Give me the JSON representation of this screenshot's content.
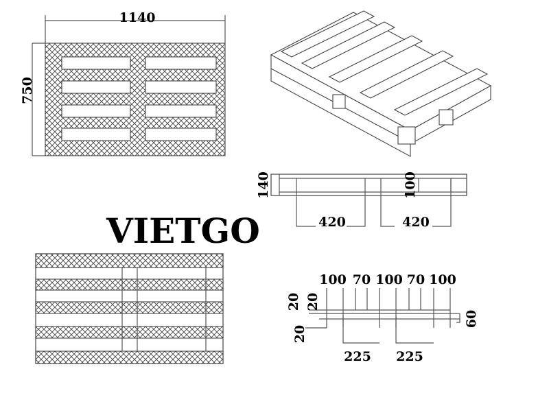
{
  "brand": {
    "logo_text": "VIETGO"
  },
  "top_view": {
    "width_label": "1140",
    "depth_label": "750"
  },
  "side_view": {
    "height_label": "140",
    "block_label": "100",
    "spacing_left": "420",
    "spacing_right": "420"
  },
  "end_view": {
    "top_labels": [
      "100",
      "70",
      "100",
      "70",
      "100"
    ],
    "left_labels": [
      "20",
      "20",
      "20"
    ],
    "right_label": "60",
    "bottom_labels": [
      "225",
      "225"
    ]
  },
  "colors": {
    "line": "#555555",
    "text": "#000000"
  }
}
